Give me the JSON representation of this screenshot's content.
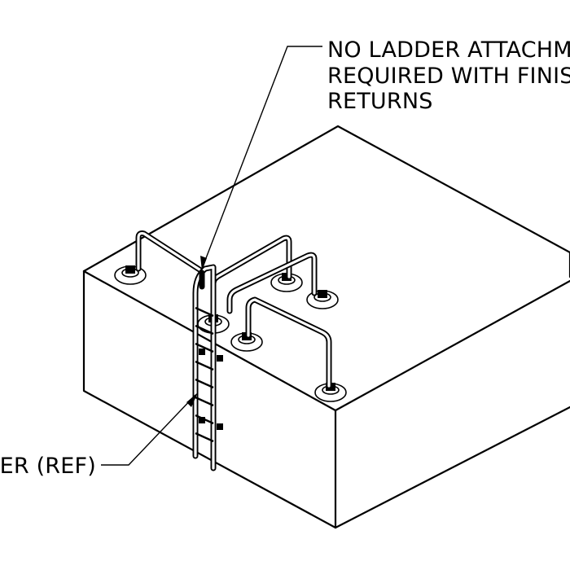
{
  "callouts": {
    "top_note": {
      "lines": [
        "NO LADDER ATTACHMENT",
        "REQUIRED WITH FINISHED",
        "RETURNS"
      ]
    },
    "ladder_note": {
      "text": "LADDER (REF)"
    }
  },
  "colors": {
    "line": "#000000",
    "background": "#ffffff"
  }
}
